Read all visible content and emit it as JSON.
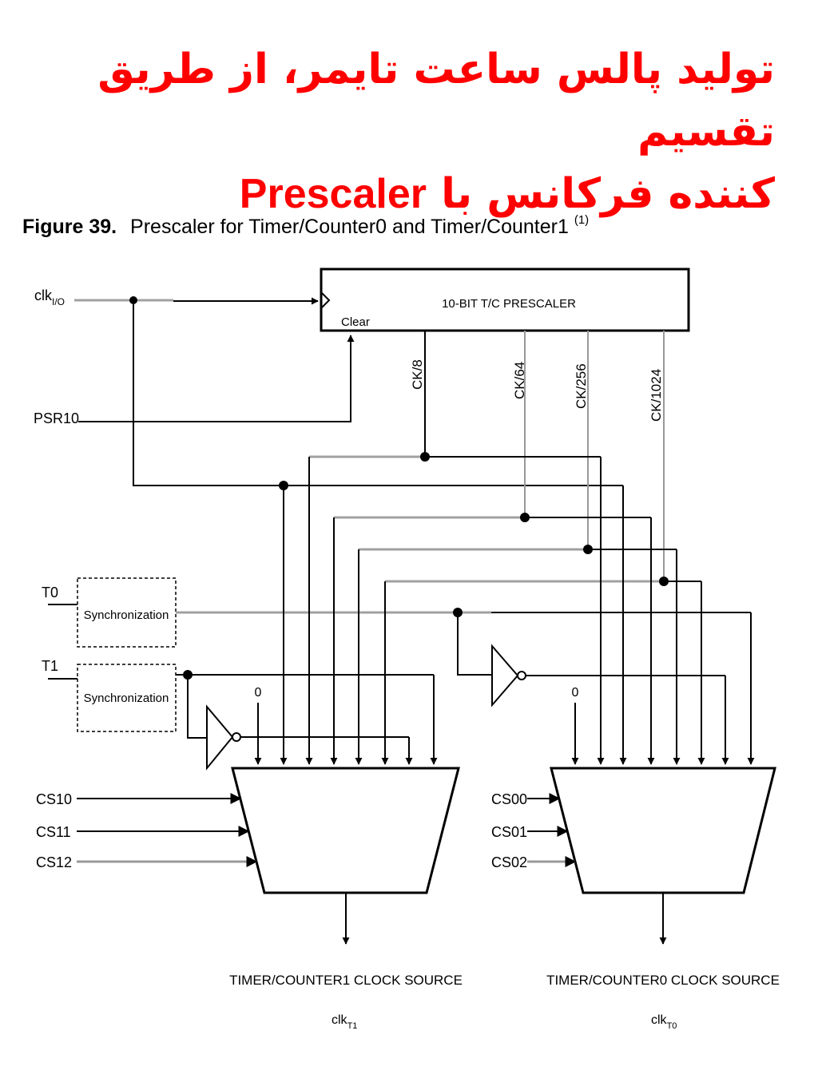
{
  "slide": {
    "title_line1": "تولید پالس ساعت تایمر، از طریق تقسیم",
    "title_line2_persian": "کننده فرکانس با",
    "title_line2_latin": "Prescaler"
  },
  "figure": {
    "number": "Figure 39.",
    "caption": "Prescaler for Timer/Counter0 and Timer/Counter1",
    "footnote_mark": "(1)"
  },
  "diagram": {
    "prescaler_label": "10-BIT T/C PRESCALER",
    "clear_label": "Clear",
    "clk_io": "clk",
    "clk_io_sub": "I/O",
    "psr10": "PSR10",
    "taps": [
      "CK/8",
      "CK/64",
      "CK/256",
      "CK/1024"
    ],
    "t0": "T0",
    "t1": "T1",
    "sync_label": "Synchronization",
    "zero": "0",
    "mux1_selects": [
      "CS10",
      "CS11",
      "CS12"
    ],
    "mux0_selects": [
      "CS00",
      "CS01",
      "CS02"
    ],
    "mux1_output": "TIMER/COUNTER1 CLOCK SOURCE",
    "mux0_output": "TIMER/COUNTER0 CLOCK SOURCE",
    "clk_t1": "clk",
    "clk_t1_sub": "T1",
    "clk_t0": "clk",
    "clk_t0_sub": "T0"
  }
}
